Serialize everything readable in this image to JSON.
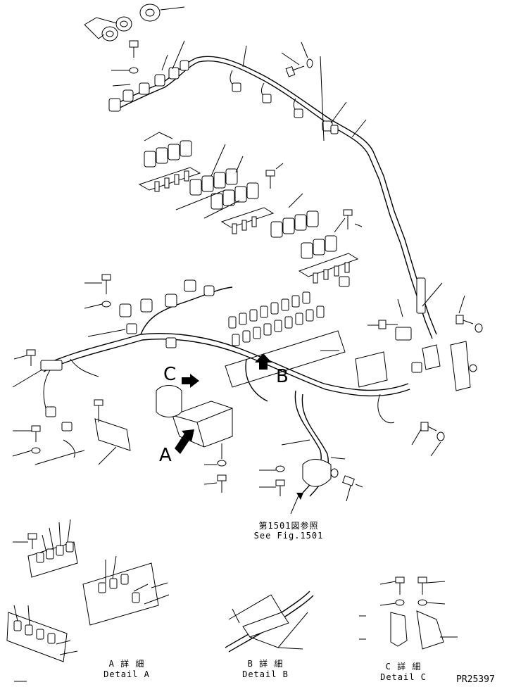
{
  "reference": {
    "jp": "第1501図参照",
    "en": "See Fig.1501"
  },
  "detail_labels": {
    "a": "A",
    "b": "B",
    "c": "C"
  },
  "details": [
    {
      "jp": "A 詳 細",
      "en": "Detail A"
    },
    {
      "jp": "B 詳 細",
      "en": "Detail B"
    },
    {
      "jp": "C 詳 細",
      "en": "Detail C"
    }
  ],
  "drawing_number": "PR25397"
}
